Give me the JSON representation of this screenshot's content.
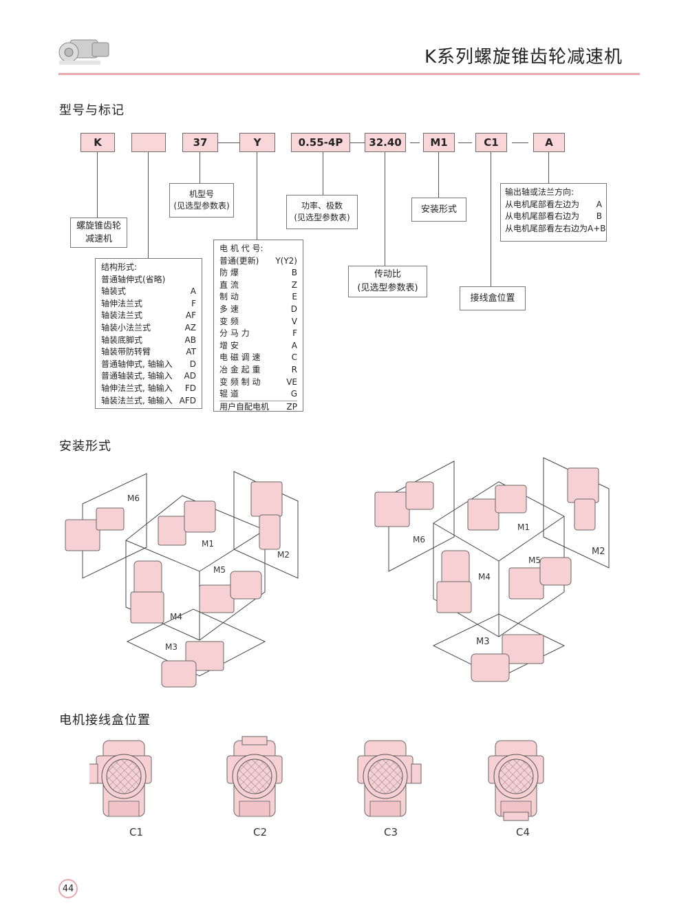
{
  "header": {
    "title": "K系列螺旋锥齿轮减速机"
  },
  "sections": {
    "model": "型号与标记",
    "mounting": "安装形式",
    "terminal": "电机接线盒位置"
  },
  "code": {
    "k": "K",
    "blank": "",
    "size": "37",
    "y": "Y",
    "power": "0.55-4P",
    "ratio": "32.40",
    "mount": "M1",
    "terminal": "C1",
    "output": "A"
  },
  "notes": {
    "reducer": [
      "螺旋锥齿轮",
      "减速机"
    ],
    "frame": [
      "机型号",
      "(见选型参数表)"
    ],
    "power": [
      "功率、极数",
      "(见选型参数表)"
    ],
    "mount": "安装形式",
    "ratio": [
      "传动比",
      "(见选型参数表)"
    ],
    "terminal": "接线盒位置",
    "output": {
      "title": "输出轴或法兰方向:",
      "rows": [
        {
          "text": "从电机尾部看左边为",
          "code": "A"
        },
        {
          "text": "从电机尾部看右边为",
          "code": "B"
        },
        {
          "text": "从电机尾部看左右边为A+B",
          "code": ""
        }
      ]
    },
    "structure": {
      "title": "结构形式:",
      "rows": [
        {
          "text": "普通轴伸式(省略)",
          "code": ""
        },
        {
          "text": "轴装式",
          "code": "A"
        },
        {
          "text": "轴伸法兰式",
          "code": "F"
        },
        {
          "text": "轴装法兰式",
          "code": "AF"
        },
        {
          "text": "轴装小法兰式",
          "code": "AZ"
        },
        {
          "text": "轴装底脚式",
          "code": "AB"
        },
        {
          "text": "轴装带防转臂",
          "code": "AT"
        },
        {
          "text": "普通轴伸式, 轴输入",
          "code": "D"
        },
        {
          "text": "普通轴装式, 轴输入",
          "code": "AD"
        },
        {
          "text": "轴伸法兰式, 轴输入",
          "code": "FD"
        },
        {
          "text": "轴装法兰式, 轴输入",
          "code": "AFD"
        }
      ]
    },
    "motor": {
      "title": "电 机 代 号:",
      "rows": [
        {
          "text": "普通(更新)",
          "code": "Y(Y2)"
        },
        {
          "text": "防         爆",
          "code": "B"
        },
        {
          "text": "直         流",
          "code": "Z"
        },
        {
          "text": "制         动",
          "code": "E"
        },
        {
          "text": "多         速",
          "code": "D"
        },
        {
          "text": "变         频",
          "code": "V"
        },
        {
          "text": "分   马   力",
          "code": "F"
        },
        {
          "text": "增         安",
          "code": "A"
        },
        {
          "text": "电 磁 调 速",
          "code": "C"
        },
        {
          "text": "冶 金 起 重",
          "code": "R"
        },
        {
          "text": "变 频 制 动",
          "code": "VE"
        },
        {
          "text": "辊         道",
          "code": "G"
        },
        {
          "text": "用户自配电机",
          "code": "ZP"
        }
      ]
    }
  },
  "mount_labels_left": [
    "M6",
    "M1",
    "M2",
    "M5",
    "M4",
    "M3"
  ],
  "mount_labels_right": [
    "M6",
    "M1",
    "M2",
    "M5",
    "M4",
    "M3"
  ],
  "terminal_labels": [
    "C1",
    "C2",
    "C3",
    "C4"
  ],
  "page_number": "44",
  "colors": {
    "accent": "#e7a7ad",
    "box_fill": "#f9d7d9",
    "machine": "#f6d0d3"
  }
}
